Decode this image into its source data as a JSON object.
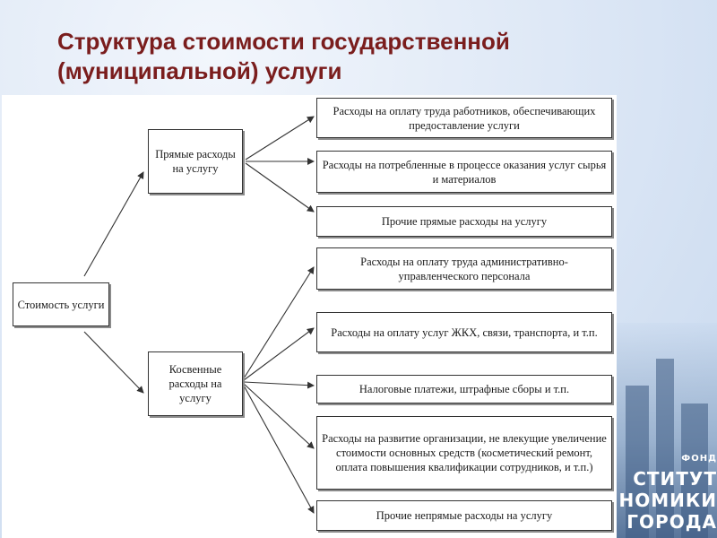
{
  "slide": {
    "title_line1": "Структура стоимости государственной",
    "title_line2": "(муниципальной) услуги"
  },
  "diagram": {
    "root": "Стоимость услуги",
    "direct": {
      "label": "Прямые расходы на услугу",
      "items": [
        "Расходы на оплату труда работников, обеспечивающих предоставление услуги",
        "Расходы на потребленные в процессе оказания услуг сырья и  материалов",
        "Прочие прямые расходы на услугу"
      ]
    },
    "indirect": {
      "label": "Косвенные расходы на услугу",
      "items": [
        "Расходы на оплату труда административно-управленческого персонала",
        "Расходы на оплату услуг ЖКХ, связи, транспорта, и т.п.",
        "Налоговые платежи, штрафные сборы и т.п.",
        "Расходы на развитие организации, не влекущие увеличение стоимости основных средств (косметический ремонт, оплата повышения квалификации сотрудников, и т.п.)",
        "Прочие непрямые расходы на услугу"
      ]
    }
  },
  "decoration": {
    "lines": [
      "ФОНД",
      "СТИТУТ",
      "НОМИКИ",
      "ГОРОДА"
    ]
  }
}
